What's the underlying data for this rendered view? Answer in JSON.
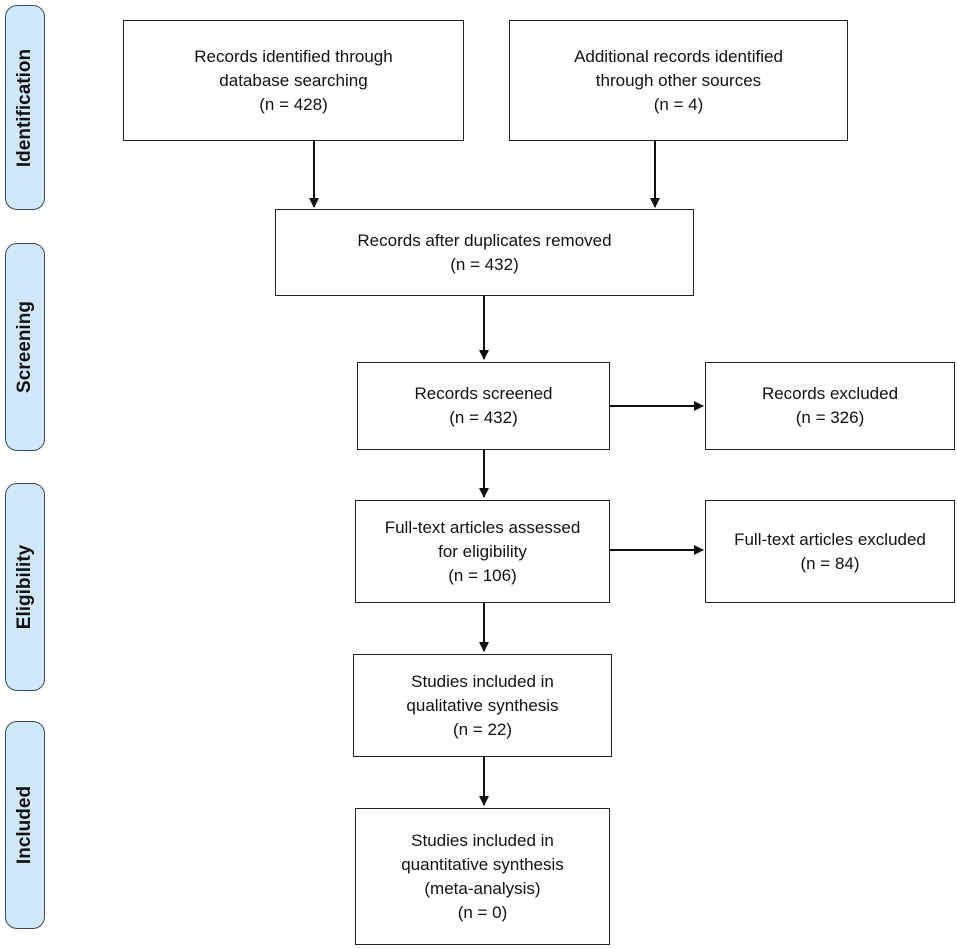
{
  "stages": {
    "identification": "Identification",
    "screening": "Screening",
    "eligibility": "Eligibility",
    "included": "Included"
  },
  "boxes": {
    "database": {
      "line1": "Records identified through",
      "line2": "database searching",
      "line3": "(n = 428)"
    },
    "other": {
      "line1": "Additional records identified",
      "line2": "through other sources",
      "line3": "(n =  4)"
    },
    "dedup": {
      "line1": "Records after duplicates removed",
      "line2": "(n = 432)"
    },
    "screened": {
      "line1": "Records screened",
      "line2": "(n = 432)"
    },
    "excluded": {
      "line1": "Records excluded",
      "line2": "(n = 326)"
    },
    "fulltext": {
      "line1": "Full-text articles assessed",
      "line2": "for eligibility",
      "line3": "(n = 106)"
    },
    "fulltext_excluded": {
      "line1": "Full-text articles excluded",
      "line2": "(n = 84)"
    },
    "qualitative": {
      "line1": "Studies included in",
      "line2": "qualitative synthesis",
      "line3": "(n = 22)"
    },
    "quantitative": {
      "line1": "Studies included in",
      "line2": "quantitative synthesis",
      "line3": "(meta-analysis)",
      "line4": "(n = 0)"
    }
  }
}
